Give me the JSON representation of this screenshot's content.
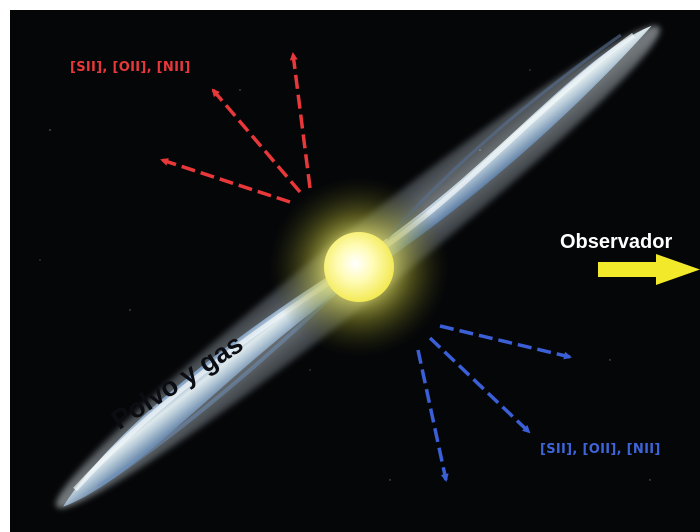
{
  "labels": {
    "redshifted_lines": "[SII], [OII], [NII]",
    "blueshifted_lines": "[SII], [OII], [NII]",
    "observer": "Observador",
    "disk": "Polvo y gas"
  },
  "colors": {
    "background": "#050608",
    "red_arrows": "#e8383a",
    "blue_arrows": "#3a5fd6",
    "observer_arrow": "#f2e92a",
    "star": "#ffffb0",
    "disk": "#d8e8f0"
  },
  "icons": {
    "star": "glowing-star-icon",
    "observer_arrow": "right-arrow-icon"
  }
}
